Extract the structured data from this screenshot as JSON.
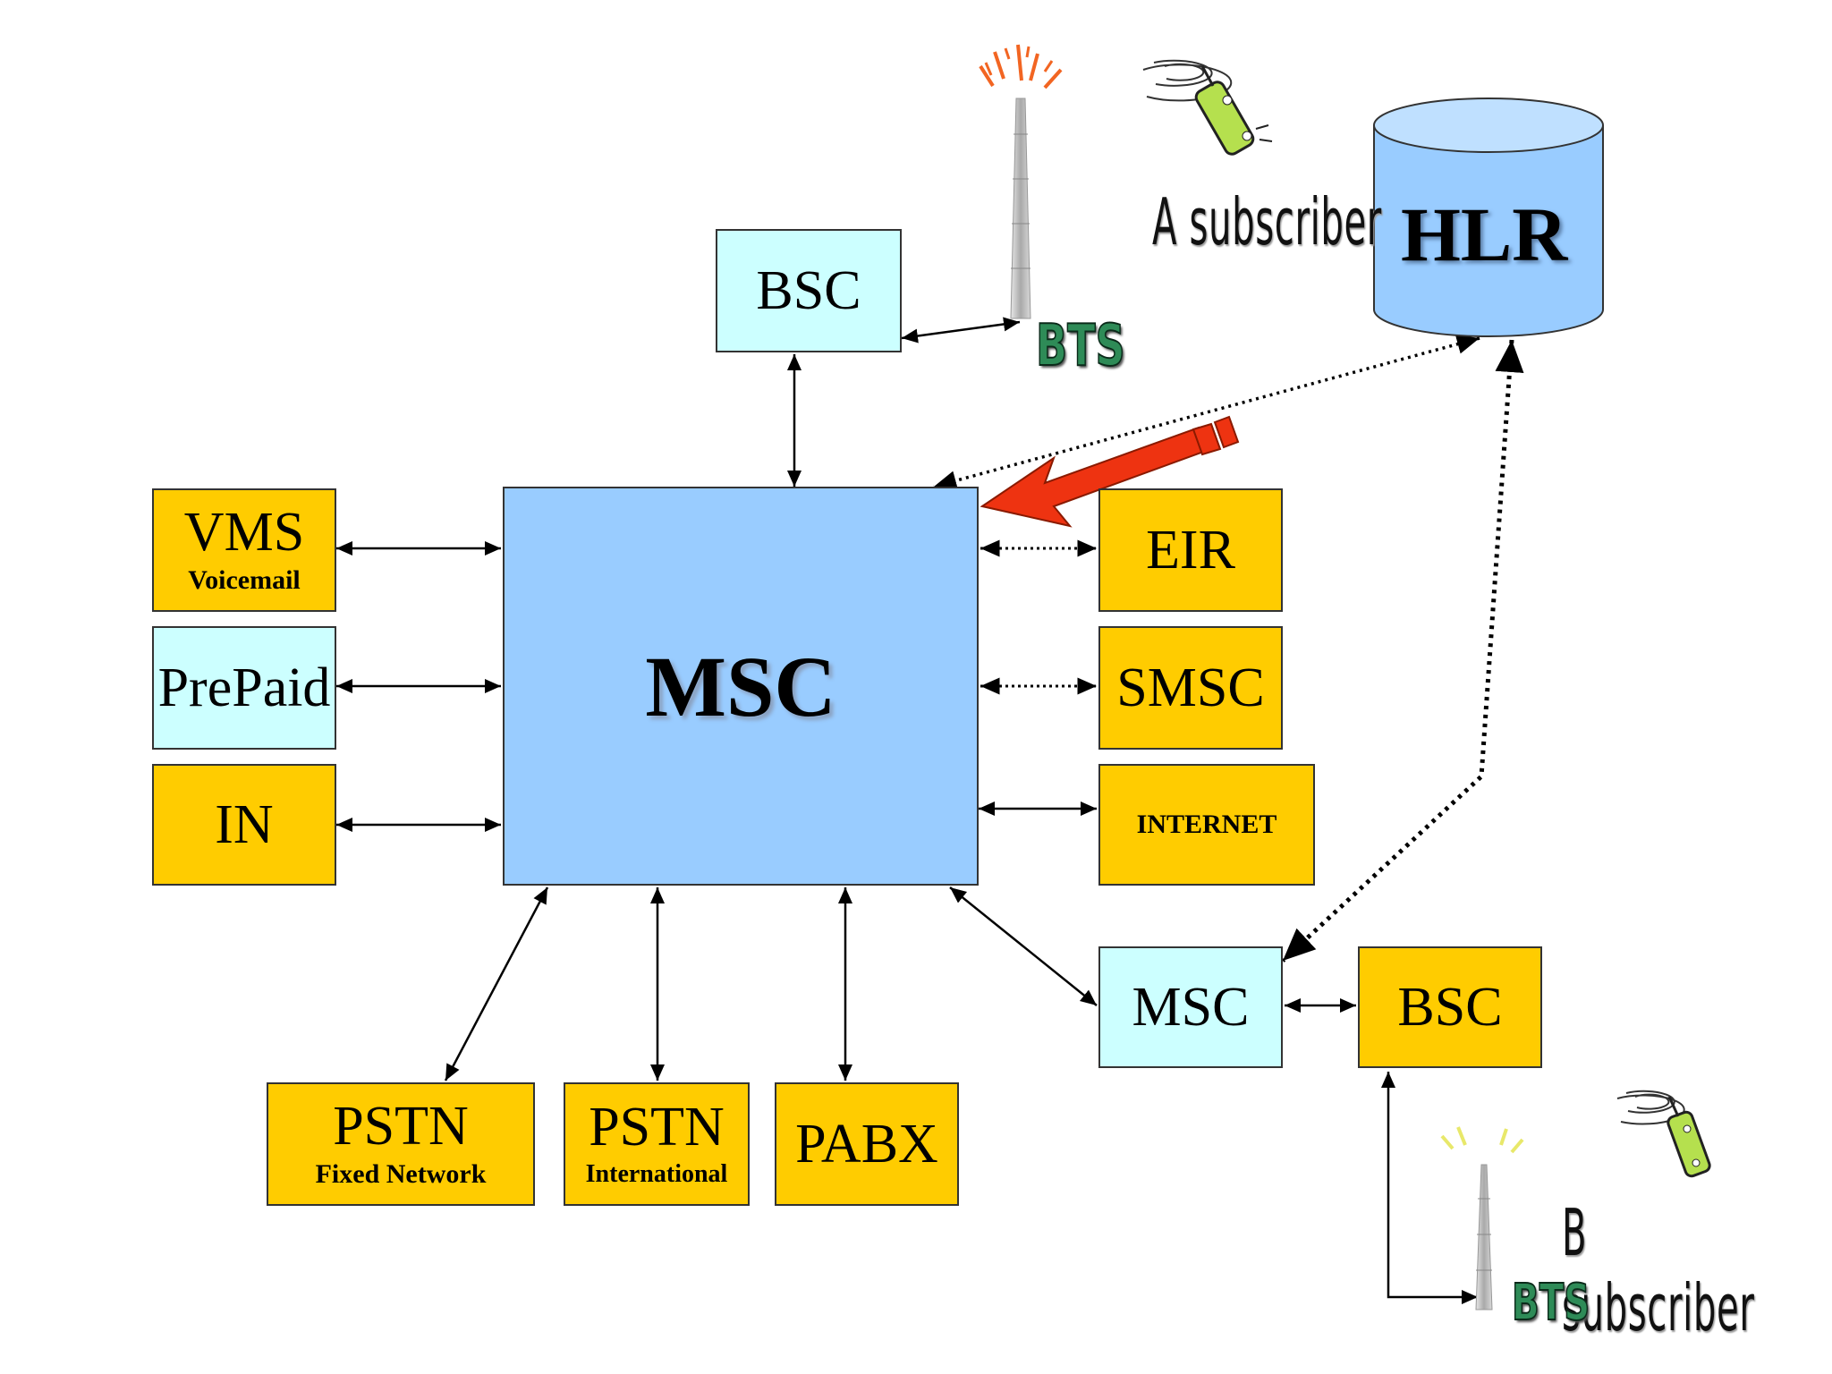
{
  "nodes": {
    "msc_main": "MSC",
    "bsc_top": "BSC",
    "bts_top": "BTS",
    "a_subscriber": "A subscriber",
    "hlr": "HLR",
    "vms": {
      "title": "VMS",
      "subtitle": "Voicemail"
    },
    "prepaid": "PrePaid",
    "in": "IN",
    "eir": "EIR",
    "smsc": "SMSC",
    "internet": "INTERNET",
    "msc_remote": "MSC",
    "bsc_remote": "BSC",
    "pstn_fixed": {
      "title": "PSTN",
      "subtitle": "Fixed Network"
    },
    "pstn_intl": {
      "title": "PSTN",
      "subtitle": "International"
    },
    "pabx": "PABX",
    "b_subscriber": "B subscriber",
    "bts_bottom": "BTS"
  },
  "colors": {
    "gold": "#FFCC00",
    "cyan": "#CCFFFF",
    "msc_blue": "#99CCFF",
    "hlr_blue": "#99CCFF",
    "signal_arrow": "#EE3311",
    "bts_text": "#2E8B57"
  },
  "icons": [
    "cell-tower-icon",
    "mobile-phone-icon",
    "database-cylinder-icon",
    "signal-arrow-icon"
  ]
}
